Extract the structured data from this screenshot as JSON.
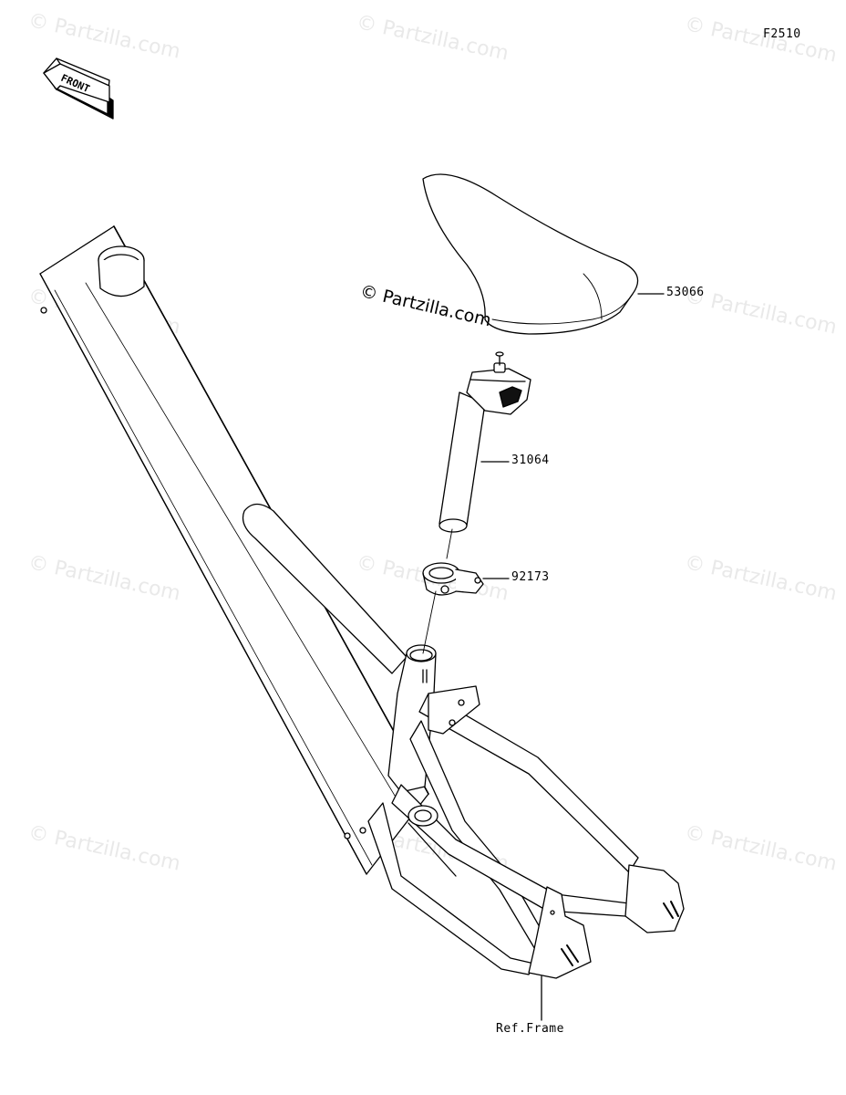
{
  "diagram_code": "F2510",
  "front_label": "FRONT",
  "copyright_text": "© Partzilla.com",
  "watermark_text": "© Partzilla.com",
  "parts": [
    {
      "number": "53066",
      "name": "seat"
    },
    {
      "number": "31064",
      "name": "seat-post"
    },
    {
      "number": "92173",
      "name": "seat-clamp"
    }
  ],
  "reference_label": "Ref.Frame"
}
